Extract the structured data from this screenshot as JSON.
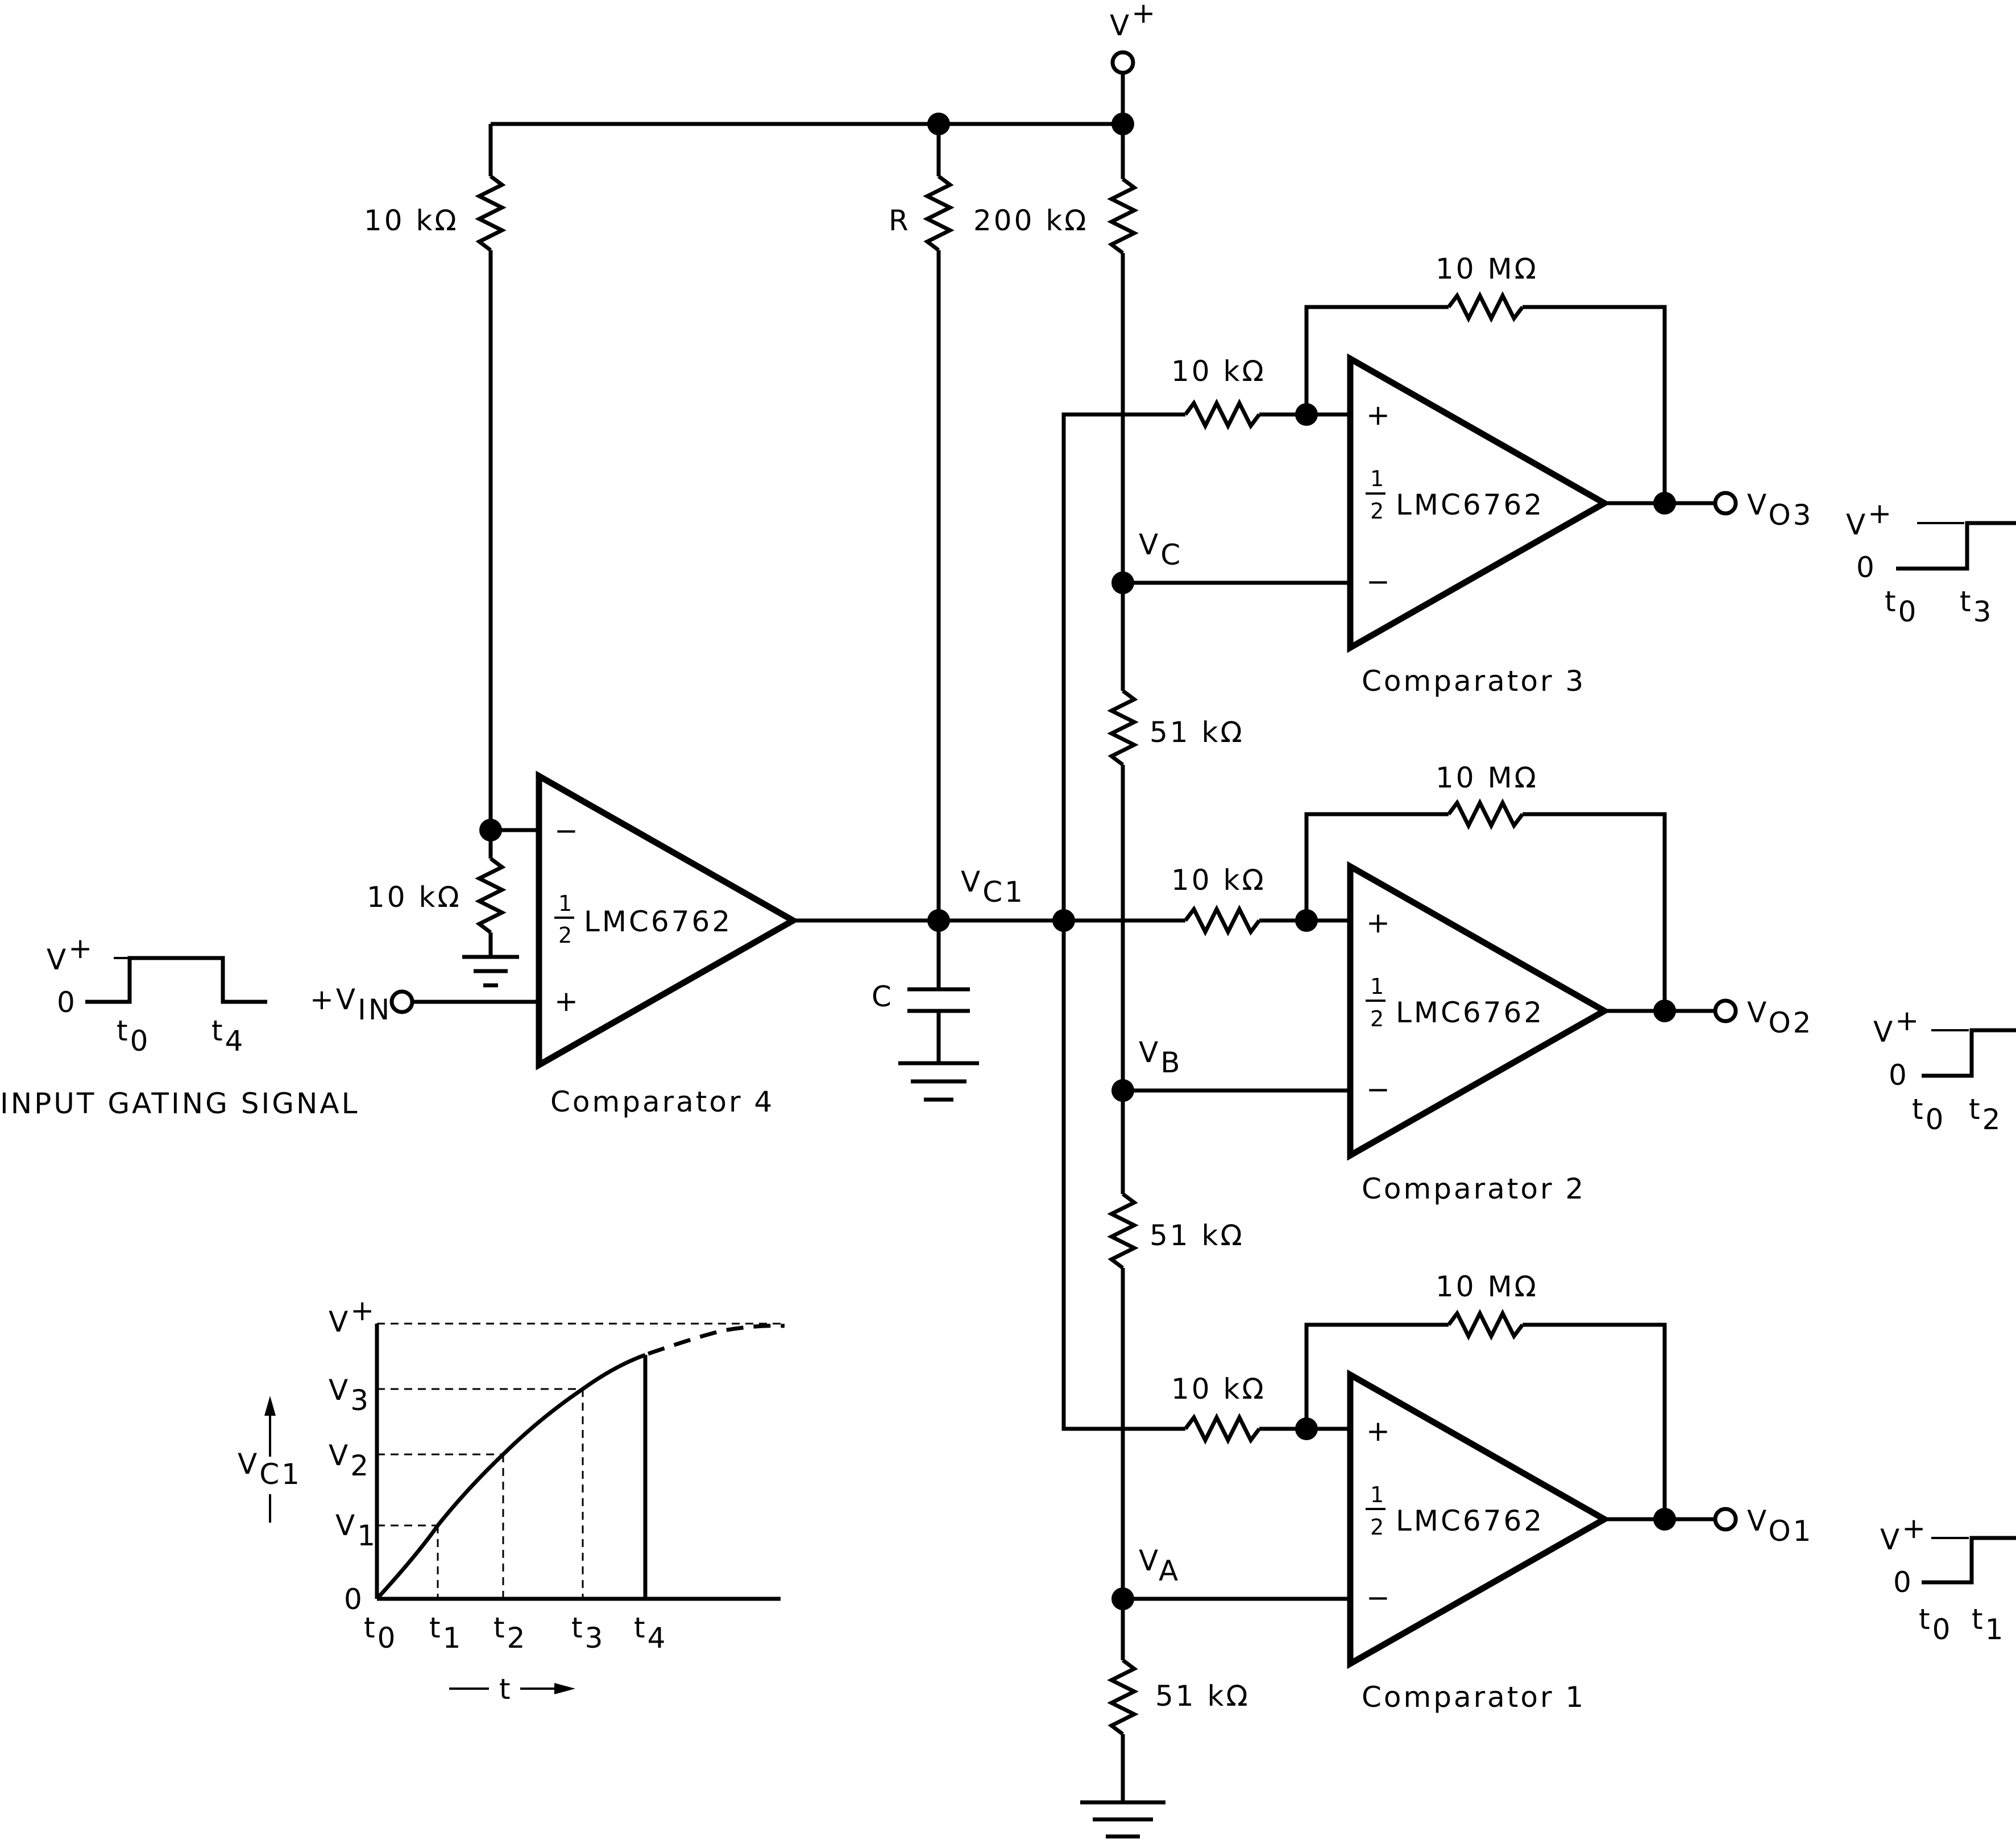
{
  "supply": {
    "label": "V",
    "sup": "+"
  },
  "resistors": {
    "r_top_div": "10 kΩ",
    "r_timing": "R",
    "r_ladder_top": "200 kΩ",
    "r_bottom_div": "10 kΩ",
    "r_ladder_c": "51 kΩ",
    "r_ladder_b": "51 kΩ",
    "r_ladder_a": "51 kΩ",
    "r_in_3": "10 kΩ",
    "r_in_2": "10 kΩ",
    "r_in_1": "10 kΩ",
    "r_fb_3": "10 MΩ",
    "r_fb_2": "10 MΩ",
    "r_fb_1": "10 MΩ"
  },
  "capacitor": {
    "label": "C"
  },
  "comparators": {
    "c4": {
      "name": "Comparator 4",
      "part": "LMC6762"
    },
    "c3": {
      "name": "Comparator 3",
      "part": "LMC6762"
    },
    "c2": {
      "name": "Comparator 2",
      "part": "LMC6762"
    },
    "c1": {
      "name": "Comparator 1",
      "part": "LMC6762"
    },
    "fraction_num": "1",
    "fraction_den": "2",
    "plus": "+",
    "minus": "−"
  },
  "nodes": {
    "vc1": {
      "main": "V",
      "sub": "C1"
    },
    "vc": {
      "main": "V",
      "sub": "C"
    },
    "vb": {
      "main": "V",
      "sub": "B"
    },
    "va": {
      "main": "V",
      "sub": "A"
    }
  },
  "outputs": {
    "o3": {
      "main": "V",
      "sub": "O3"
    },
    "o2": {
      "main": "V",
      "sub": "O2"
    },
    "o1": {
      "main": "V",
      "sub": "O1"
    }
  },
  "input": {
    "main": "+V",
    "sub": "IN",
    "caption": "INPUT GATING SIGNAL"
  },
  "waveforms": {
    "vplus": "V",
    "vplus_sup": "+",
    "zero": "0",
    "t": "t",
    "input_start": "0",
    "input_end": "4",
    "out3_end": "3",
    "out2_end": "2",
    "out1_end": "1",
    "start": "0"
  },
  "graph": {
    "y_label": {
      "main": "V",
      "sub": "C1"
    },
    "x_label": "t",
    "y_ticks": [
      {
        "main": "V",
        "sub": "+",
        "sup": true
      },
      {
        "main": "V",
        "sub": "3"
      },
      {
        "main": "V",
        "sub": "2"
      },
      {
        "main": "V",
        "sub": "1"
      },
      {
        "main": "0",
        "sub": ""
      }
    ],
    "x_ticks": [
      {
        "main": "t",
        "sub": "0"
      },
      {
        "main": "t",
        "sub": "1"
      },
      {
        "main": "t",
        "sub": "2"
      },
      {
        "main": "t",
        "sub": "3"
      },
      {
        "main": "t",
        "sub": "4"
      }
    ]
  }
}
